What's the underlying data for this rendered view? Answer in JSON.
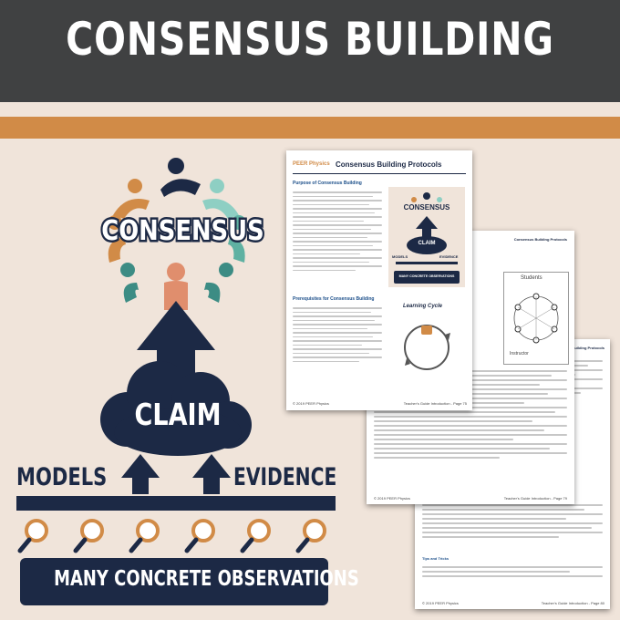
{
  "banner": {
    "title": "CONSENSUS BUILDING"
  },
  "graphic": {
    "consensus": "CONSENSUS",
    "claim": "CLAIM",
    "models": "MODELS",
    "evidence": "EVIDENCE",
    "observations": "MANY CONCRETE OBSERVATIONS"
  },
  "doc1": {
    "brand": "PEER Physics",
    "title": "Consensus Building Protocols",
    "section1": "Purpose of Consensus Building",
    "section2": "Prerequisites for Consensus Building",
    "inset_consensus": "CONSENSUS",
    "inset_claim": "CLAIM",
    "inset_models": "MODELS",
    "inset_evidence": "EVIDENCE",
    "inset_obs": "MANY CONCRETE OBSERVATIONS",
    "cycle_title": "Learning Cycle",
    "footer_left": "© 2019 PEER Physics",
    "footer_right": "Teacher's Guide Introduction - Page 75"
  },
  "doc2": {
    "header": "Consensus Building Protocols",
    "diagram_students": "Students",
    "diagram_instructor": "Instructor",
    "footer_left": "© 2019 PEER Physics",
    "footer_right": "Teacher's Guide Introduction - Page 79"
  },
  "doc3": {
    "header": "Consensus Building Protocols",
    "section": "Tips and Tricks",
    "footer_left": "© 2019 PEER Physics",
    "footer_right": "Teacher's Guide Introduction - Page 80"
  },
  "colors": {
    "navy": "#1c2945",
    "orange": "#d18b47",
    "banner": "#404142",
    "background": "#f0e4da"
  }
}
